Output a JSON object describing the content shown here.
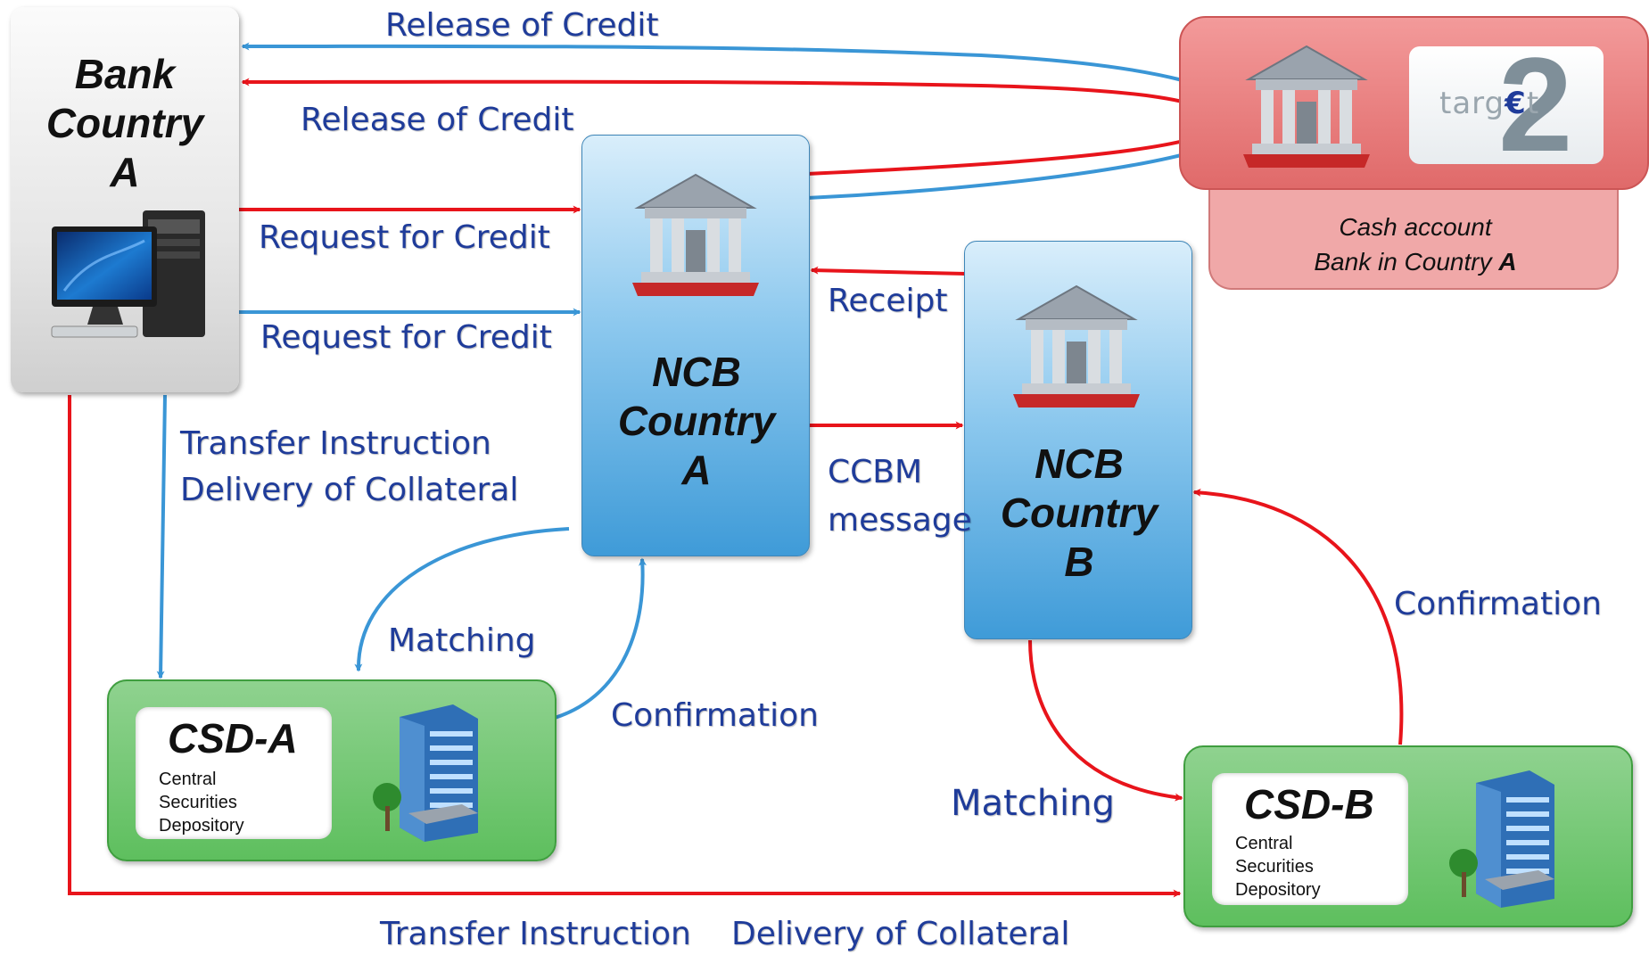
{
  "nodes": {
    "bank_a": {
      "title_lines": [
        "Bank",
        "Country",
        "A"
      ]
    },
    "ncb_a": {
      "title_lines": [
        "NCB",
        "Country",
        "A"
      ]
    },
    "ncb_b": {
      "title_lines": [
        "NCB",
        "Country",
        "B"
      ]
    },
    "csd_a": {
      "title": "CSD-A",
      "subtitle_lines": [
        "Central",
        "Securities",
        "Depository"
      ]
    },
    "csd_b": {
      "title": "CSD-B",
      "subtitle_lines": [
        "Central",
        "Securities",
        "Depository"
      ]
    },
    "target2": {
      "logo_text": "targ",
      "logo_euro": "€",
      "logo_text_end": "t",
      "logo_number": "2",
      "cash_line1": "Cash account",
      "cash_line2_prefix": "Bank in Country ",
      "cash_line2_bold": "A"
    }
  },
  "flows": {
    "release_blue": "Release of Credit",
    "release_red": "Release of Credit",
    "request_red": "Request for Credit",
    "request_blue": "Request for Credit",
    "receipt": "Receipt",
    "ccbm_line1": "CCBM",
    "ccbm_line2": "message",
    "transfer_a_line1": "Transfer Instruction",
    "transfer_a_line2": "Delivery of Collateral",
    "matching_a": "Matching",
    "confirmation_a": "Confirmation",
    "matching_b": "Matching",
    "confirmation_b": "Confirmation",
    "transfer_bottom": "Transfer Instruction",
    "delivery_bottom": "Delivery of Collateral"
  },
  "colors": {
    "red_arrow": "#e8141b",
    "blue_arrow": "#3a96d6",
    "label_blue": "#1f3c9a"
  }
}
